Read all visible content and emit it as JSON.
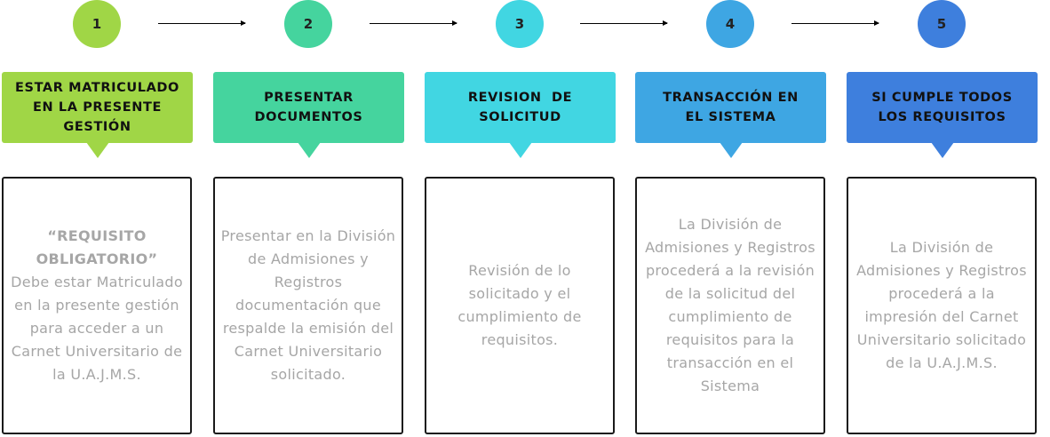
{
  "steps": [
    {
      "number": "1",
      "color": "#a0d646",
      "title": "ESTAR MATRICULADO EN LA PRESENTE GESTIÓN",
      "body_bold": "“REQUISITO OBLIGATORIO”",
      "body": "Debe estar Matriculado en la presente gestión para acceder a un Carnet Universitario de la U.A.J.M.S."
    },
    {
      "number": "2",
      "color": "#45d49e",
      "title": "PRESENTAR DOCUMENTOS",
      "body_bold": "",
      "body": "Presentar en la División de Admisiones y Registros documentación que respalde la emisión del Carnet Universitario solicitado."
    },
    {
      "number": "3",
      "color": "#41d6e2",
      "title": "REVISION  DE SOLICITUD",
      "body_bold": "",
      "body": "Revisión de lo solicitado y el cumplimiento de requisitos."
    },
    {
      "number": "4",
      "color": "#3ea6e3",
      "title": "TRANSACCIÓN EN EL SISTEMA",
      "body_bold": "",
      "body": "La División de Admisiones y Registros procederá a la revisión de la solicitud del cumplimiento de requisitos para la transacción en el Sistema"
    },
    {
      "number": "5",
      "color": "#3e7fdd",
      "title": "SI CUMPLE TODOS LOS REQUISITOS",
      "body_bold": "",
      "body": "La División de Admisiones y Registros procederá a la impresión del Carnet Universitario solicitado de la U.A.J.M.S."
    }
  ]
}
